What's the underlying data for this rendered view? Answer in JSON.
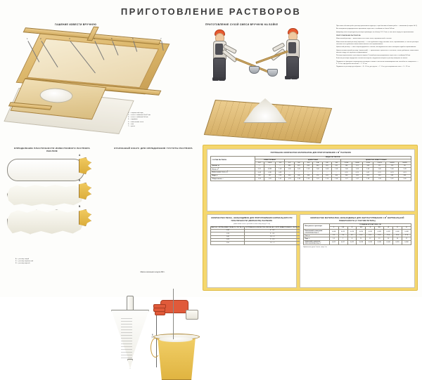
{
  "title": "ПРИГОТОВЛЕНИЕ РАСТВОРОВ",
  "illustrations": {
    "slaking": {
      "caption": "ГАШЕНИЕ ИЗВЕСТИ ВРУЧНУЮ",
      "callout_numbers": [
        "1",
        "2",
        "3",
        "4",
        "5",
        "6",
        "7"
      ],
      "legend": [
        "1 — творильный ящик",
        "2 — сетка с ячейками 3,5х3,5 мм",
        "3 — сетка с ячейками 5х5 мм",
        "4 — задвижка",
        "5 — известковое тесто",
        "6 — яма",
        "7 — доска"
      ]
    },
    "drymix": {
      "caption": "ПРИГОТОВЛЕНИЕ СУХОЙ СМЕСИ ВРУЧНУЮ НА БОЙКЕ"
    },
    "plasticity": {
      "caption": "ОПРЕДЕЛЕНИЕ ПЛАСТИЧНОСТИ ИЗВЕСТКОВОГО РАСТВОРА ВЕСЛОМ",
      "labels": [
        "А",
        "Б",
        "В"
      ],
      "legend": [
        "А — раствор тощий",
        "Б — раствор нормальный",
        "В — раствор жирный"
      ]
    },
    "cone": {
      "caption": "ЭТАЛОННЫЙ КОНУС ДЛЯ ОПРЕДЕЛЕНИЯ ГУСТОТЫ РАСТВОРА",
      "dimension": "15 см",
      "note": "Масса эталонного конуса 300 г."
    }
  },
  "text_column": {
    "intro": [
      "При самых объемах работ раствор приготовляют вручную, а при больших объемах работ — машинами (в ящике № 1).",
      "Все материалы предварительно просеивают через сито с ячейками не более 3х3 мм.",
      "Дозировку смеси штукатурного раствора производят по объему 1:3:1,7 или, в том числе перед его просеиванием."
    ],
    "section_heading": "ПРИГОТОВЛЕНИЕ РАСТВОРОВ.",
    "body": [
      "Известковый раствор — известковое тесто плюс песок, перемешанный с песком.",
      "Известково-гипсовый раствор (накрывка) — в него добавляют воду, гипсовое тесто, перемешивают, в этом же растворе гипсовое тесто добавляют известковое молоко и его перемешивают.",
      "Цементный раствор — смесь портландцемента с песком, последовательно смесь затворяют водой и перемешивают.",
      "Цементно-известковый раствор (смешанный) — приготовляют цементное и песчаное, потом добавляют известковое молоко и воду, всё тщательно перемешивают.",
      "Растворы приготовляют в растворных ящиках. Готовый раствор процеживают через сито с ячейками 3х3 мм.",
      "Качество раствора определяют эталонным конусом, погружение которого в раствор замеряют по шкале.",
      "Подвижность фасадных штукатурных растворов в момент нанесения механизированным способом на поверхность — 9…14 см, при ручном нанесении — 7…12 см.",
      "Подвижность раствора для обрызга — 8…14 см, для грунта — 7…8 см, для накрывочного слоя — 9…12 см."
    ]
  },
  "tables": {
    "main": {
      "title": "ПОТРЕБНОЕ КОЛИЧЕСТВО МАТЕРИАЛОВ ДЛЯ ПРИГОТОВЛЕНИЯ 1 м³ РАСТВОРА",
      "group_header": "ВИДЫ РАСТВОРОВ",
      "col0_header": "СОСТАВ РАСТВОРА",
      "groups": [
        {
          "name": "ИЗВЕСТКОВЫЙ",
          "ratios": [
            "1:2",
            "1:2,5",
            "1:3"
          ]
        },
        {
          "name": "ЦЕМЕНТНЫЙ",
          "ratios": [
            "1:1",
            "1:2",
            "1:3",
            "1:4",
            "1:5",
            "1:6"
          ]
        },
        {
          "name": "ЦЕМЕНТНО-ИЗВЕСТКОВЫЙ",
          "ratios": [
            "1:1:6",
            "1:2:8",
            "1:1:9",
            "1:1:11",
            "1:2:12",
            "1:2:15"
          ]
        }
      ],
      "rows": [
        {
          "label": "Цемент, кг",
          "values": [
            "—",
            "—",
            "—",
            "980",
            "670",
            "433",
            "340",
            "281",
            "241",
            "184",
            "174",
            "148",
            "112",
            "110",
            "90"
          ]
        },
        {
          "label": "Песок, м³",
          "values": [
            "0,91",
            "0,993",
            "1,08",
            "1,06",
            "1,06",
            "1,06",
            "1,06",
            "1,08",
            "1,08",
            "1,06",
            "1,09",
            "1,06",
            "1,06",
            "1,06",
            "1,09"
          ]
        },
        {
          "label": "Известковое тесто, м³",
          "values": [
            "0,43",
            "0,38",
            "0,33",
            "—",
            "—",
            "—",
            "—",
            "—",
            "—",
            "0,11",
            "0,21",
            "0,11",
            "0,11",
            "0,13",
            "0,13"
          ]
        },
        {
          "label": "Вода, л",
          "values": [
            "182",
            "197",
            "213",
            "300",
            "240",
            "198",
            "174",
            "163",
            "160",
            "260",
            "203",
            "203",
            "203",
            "203",
            "203"
          ]
        },
        {
          "label": "Общая масса, т",
          "values": [
            "1,26",
            "1,33",
            "1,41",
            "1,53",
            "1,39",
            "1,34",
            "1,31",
            "1,16",
            "1,08",
            "1,27",
            "1,47",
            "1,39",
            "1,33",
            "1,31",
            "1,30"
          ]
        }
      ]
    },
    "sand": {
      "title": "КОЛИЧЕСТВО ПЕСКА, НЕОБХОДИМОЕ ДЛЯ ПРИГОТОВЛЕНИЯ НОРМАЛЬНОГО ПО ПЛАСТИЧНОСТИ (ЖИРНОСТИ) РАСТВОРА",
      "subtitle": "(известковое тесто с густотой по эталонному конусу 12 см)",
      "columns": [
        "Масса 1 литра известкового теста, кг",
        "Потребное количество песка на 1 литр известкового теста, л"
      ],
      "rows": [
        [
          "1,30",
          "4…3,5"
        ],
        [
          "1,33",
          "3…3,5"
        ],
        [
          "1,40",
          "2,5…3"
        ],
        [
          "1,43",
          "2…2,5"
        ],
        [
          "1,50",
          "1,5…2"
        ]
      ]
    },
    "plaster": {
      "title": "КОЛИЧЕСТВО МАТЕРИАЛОВ, НЕОБХОДИМЫХ ДЛЯ ОШТУКАТУРИВАНИЯ 1 м² ВЕРТИКАЛЬНОЙ ПОВЕРХНОСТИ (С УЧЕТОМ ПОТЕРЬ)",
      "col0_header": "Материалы и растворы",
      "group_header": "Толщина штукатурки, см",
      "thicknesses": [
        "1",
        "1,5",
        "2",
        "2,5",
        "3",
        "3,5",
        "4",
        "5",
        "6"
      ],
      "rows": [
        {
          "label": "Известковый и известково-гипсовый раствор, м³",
          "values": [
            "0,008",
            "0,013",
            "0,016",
            "0,020",
            "0,024",
            "0,028",
            "0,032",
            "0,040",
            "0,048"
          ]
        },
        {
          "label": "Гипс, кг",
          "values": [
            "3,5",
            "5,4",
            "8,2",
            "10,6",
            "10,1",
            "13,8",
            "15,4",
            "16,0",
            "17,8"
          ]
        },
        {
          "label": "Вода, л",
          "values": [
            "5,5",
            "7",
            "9",
            "11",
            "12",
            "13",
            "14",
            "16",
            "17"
          ]
        },
        {
          "label": "Цементный и цементно-известковый раствор, м³",
          "values": [
            "0,012",
            "0,017",
            "0,022",
            "0,028",
            "0,033",
            "0,039",
            "0,044",
            "0,055",
            "0,066"
          ]
        }
      ],
      "note": "Примечание: доска 1 погон. толщ. 1 кг."
    }
  }
}
